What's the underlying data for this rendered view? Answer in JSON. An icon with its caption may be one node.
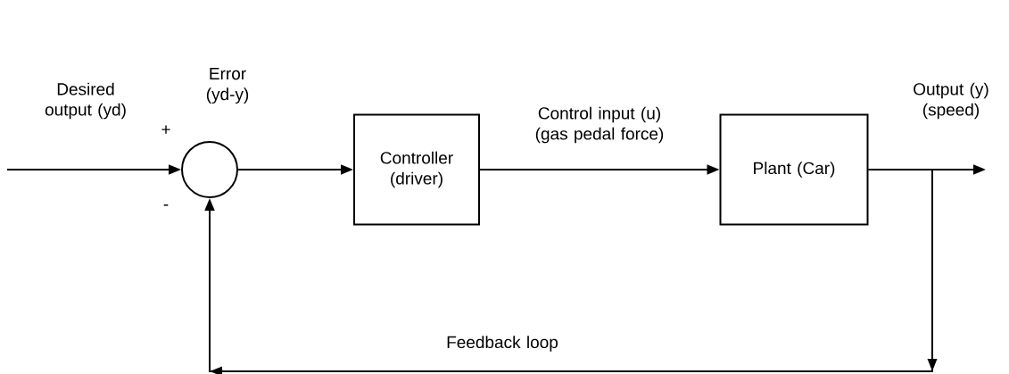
{
  "diagram": {
    "nodes": [
      {
        "text": [],
        "shape": "circle"
      },
      {
        "text": [
          "Controller (driver)"
        ]
      },
      {
        "text": [
          "Plant (Car)"
        ]
      }
    ],
    "edges": [
      {
        "from": null,
        "to": 0,
        "arrow": "to",
        "label": "Desired output (yd)"
      },
      {
        "from": 0,
        "to": 1,
        "arrow": "to",
        "label": "Error (yd-y)"
      },
      {
        "from": 1,
        "to": 2,
        "arrow": "to",
        "label": "Control input (u) (gas pedal force)"
      },
      {
        "from": 2,
        "to": null,
        "arrow": "to",
        "label": "Output (y) (speed)"
      },
      {
        "from": 2,
        "to": 0,
        "arrow": "to",
        "label": "Feedback loop"
      }
    ],
    "labels": [
      "+",
      "-"
    ]
  }
}
